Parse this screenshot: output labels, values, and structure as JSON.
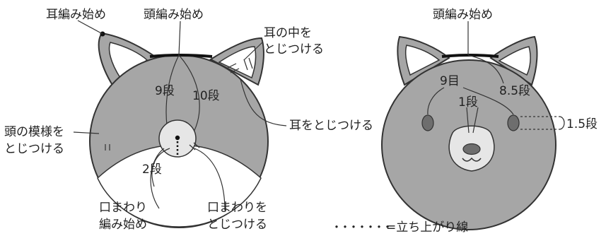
{
  "colors": {
    "fur_gray": "#a6a6a6",
    "eye_gray": "#6e6e6e",
    "outline": "#333333",
    "face_white": "#ffffff",
    "muzzle": "#e6e6e6"
  },
  "left_head": {
    "labels": {
      "ear_start": "耳編み始め",
      "head_start": "頭編み始め",
      "ear_inner_line1": "耳の中を",
      "ear_inner_line2": "とじつける",
      "rows_9": "9段",
      "rows_10": "10段",
      "ear_attach": "耳をとじつける",
      "head_pattern_line1": "頭の模様を",
      "head_pattern_line2": "とじつける",
      "rows_2": "2段",
      "mouth_start_line1": "口まわり",
      "mouth_start_line2": "編み始め",
      "mouth_attach_line1": "口まわりを",
      "mouth_attach_line2": "とじつける"
    }
  },
  "right_head": {
    "labels": {
      "head_start": "頭編み始め",
      "stitches_9": "9目",
      "rows_8_5": "8.5段",
      "rows_1": "1段",
      "rows_1_5": "1.5段"
    }
  },
  "legend": {
    "dots": "・・・・・・・",
    "text": "=立ち上がり線"
  }
}
